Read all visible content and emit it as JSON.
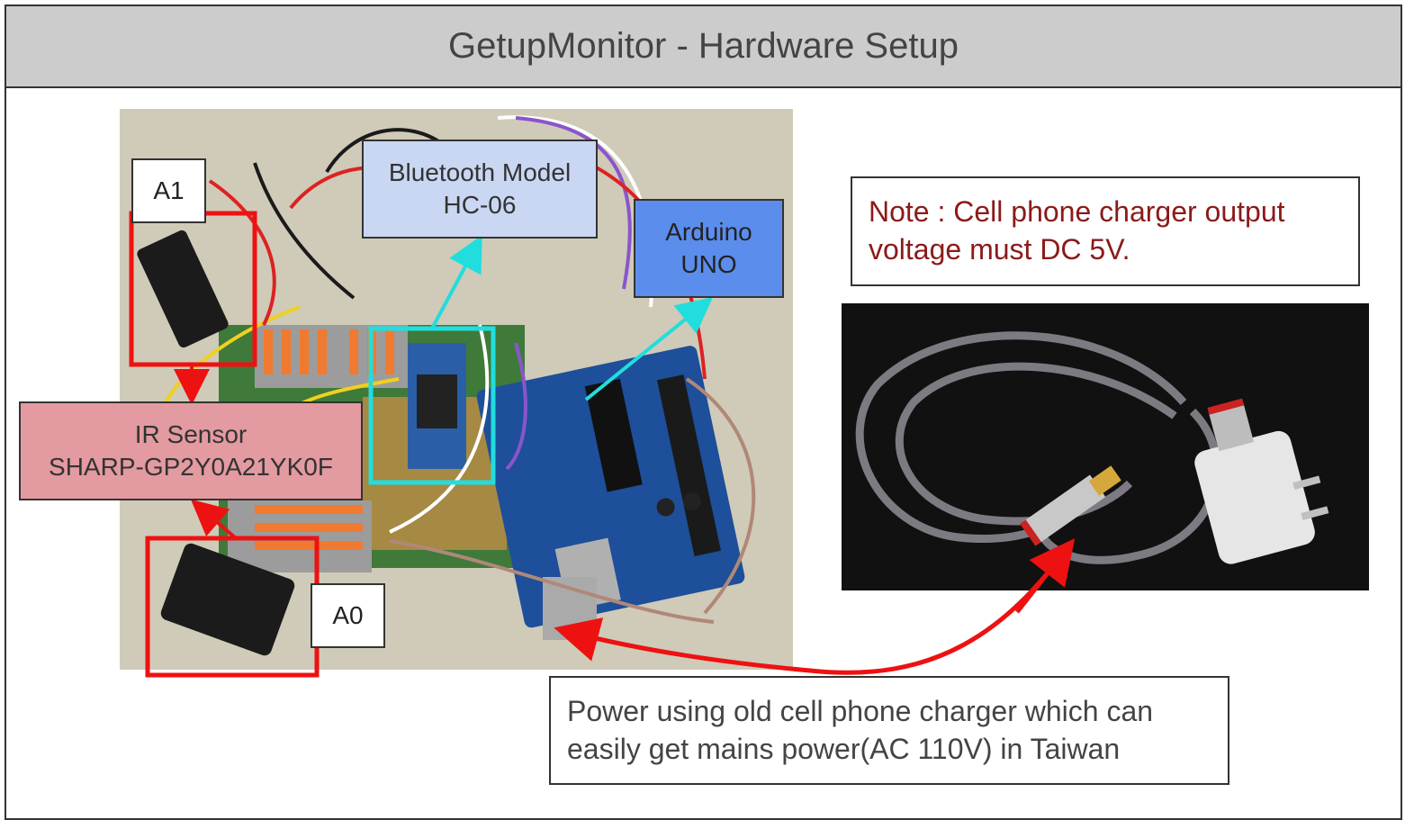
{
  "title": "GetupMonitor - Hardware Setup",
  "labels": {
    "a1": "A1",
    "a0": "A0",
    "bluetooth": "Bluetooth Model\nHC-06",
    "arduino": "Arduino\nUNO",
    "ir_sensor": "IR Sensor\nSHARP-GP2Y0A21YK0F",
    "note": "Note : Cell phone charger output voltage must DC 5V.",
    "power": "Power using old cell phone charger which can easily get mains power(AC 110V) in Taiwan"
  },
  "colors": {
    "title_bg": "#cccccc",
    "bluetooth_bg": "#c9d7f3",
    "arduino_bg": "#5b8ded",
    "ir_bg": "#e39aa0",
    "note_text": "#8b1a1a",
    "highlight_red": "#ee1111",
    "highlight_cyan": "#22dddd"
  },
  "icons": {
    "board_photo": "breadboard-arduino-photo",
    "charger_photo": "usb-charger-cable-photo"
  }
}
